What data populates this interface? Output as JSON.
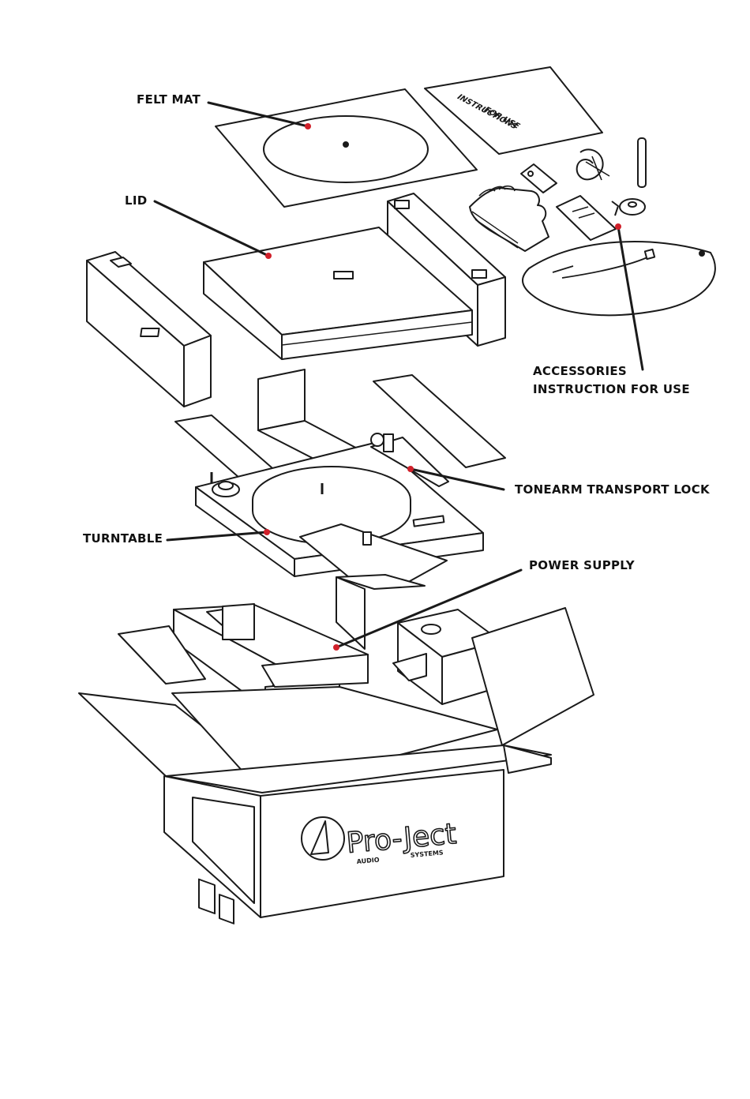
{
  "labels": {
    "felt_mat": "FELT MAT",
    "lid": "LID",
    "accessories_line1": "ACCESSORIES",
    "accessories_line2": "INSTRUCTION FOR USE",
    "tonearm_lock": "TONEARM TRANSPORT LOCK",
    "turntable": "TURNTABLE",
    "power_supply": "POWER SUPPLY"
  },
  "booklet": {
    "line1": "INSTRUCTIONS",
    "line2": "FOR USE"
  },
  "box": {
    "brand": "Pro-Ject",
    "brand_sub_left": "AUDIO",
    "brand_sub_right": "SYSTEMS"
  },
  "colors": {
    "line": "#1a1a1a",
    "marker": "#d0202a",
    "fill": "#ffffff"
  }
}
